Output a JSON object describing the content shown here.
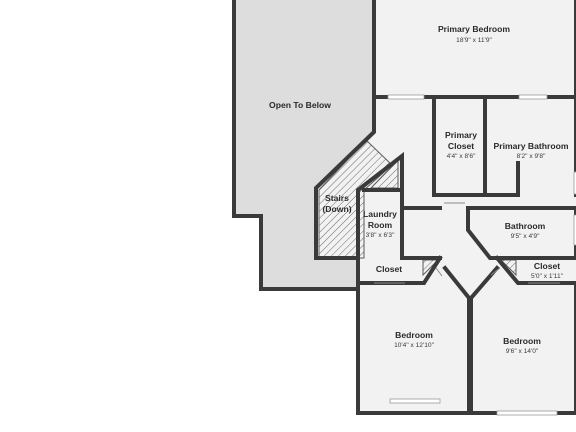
{
  "colors": {
    "floor": "#f2f2f2",
    "open_area": "#dddddd",
    "wall": "#3a3a3a",
    "background": "#ffffff"
  },
  "rooms": {
    "primary_bedroom": {
      "name": "Primary Bedroom",
      "dims": "18'9\" x 11'9\""
    },
    "open_to_below": {
      "name": "Open To Below"
    },
    "primary_closet": {
      "name_line1": "Primary",
      "name_line2": "Closet",
      "dims": "4'4\" x 8'6\""
    },
    "primary_bathroom": {
      "name": "Primary Bathroom",
      "dims": "8'2\" x 9'8\""
    },
    "stairs": {
      "name_line1": "Stairs",
      "name_line2": "(Down)"
    },
    "laundry_room": {
      "name_line1": "Laundry",
      "name_line2": "Room",
      "dims": "3'8\" x 6'3\""
    },
    "bathroom": {
      "name": "Bathroom",
      "dims": "9'5\" x 4'9\""
    },
    "closet_left": {
      "name": "Closet"
    },
    "closet_right": {
      "name": "Closet",
      "dims": "5'0\" x 1'11\""
    },
    "bedroom_left": {
      "name": "Bedroom",
      "dims": "10'4\" x 12'10\""
    },
    "bedroom_right": {
      "name": "Bedroom",
      "dims": "9'6\" x 14'0\""
    }
  }
}
